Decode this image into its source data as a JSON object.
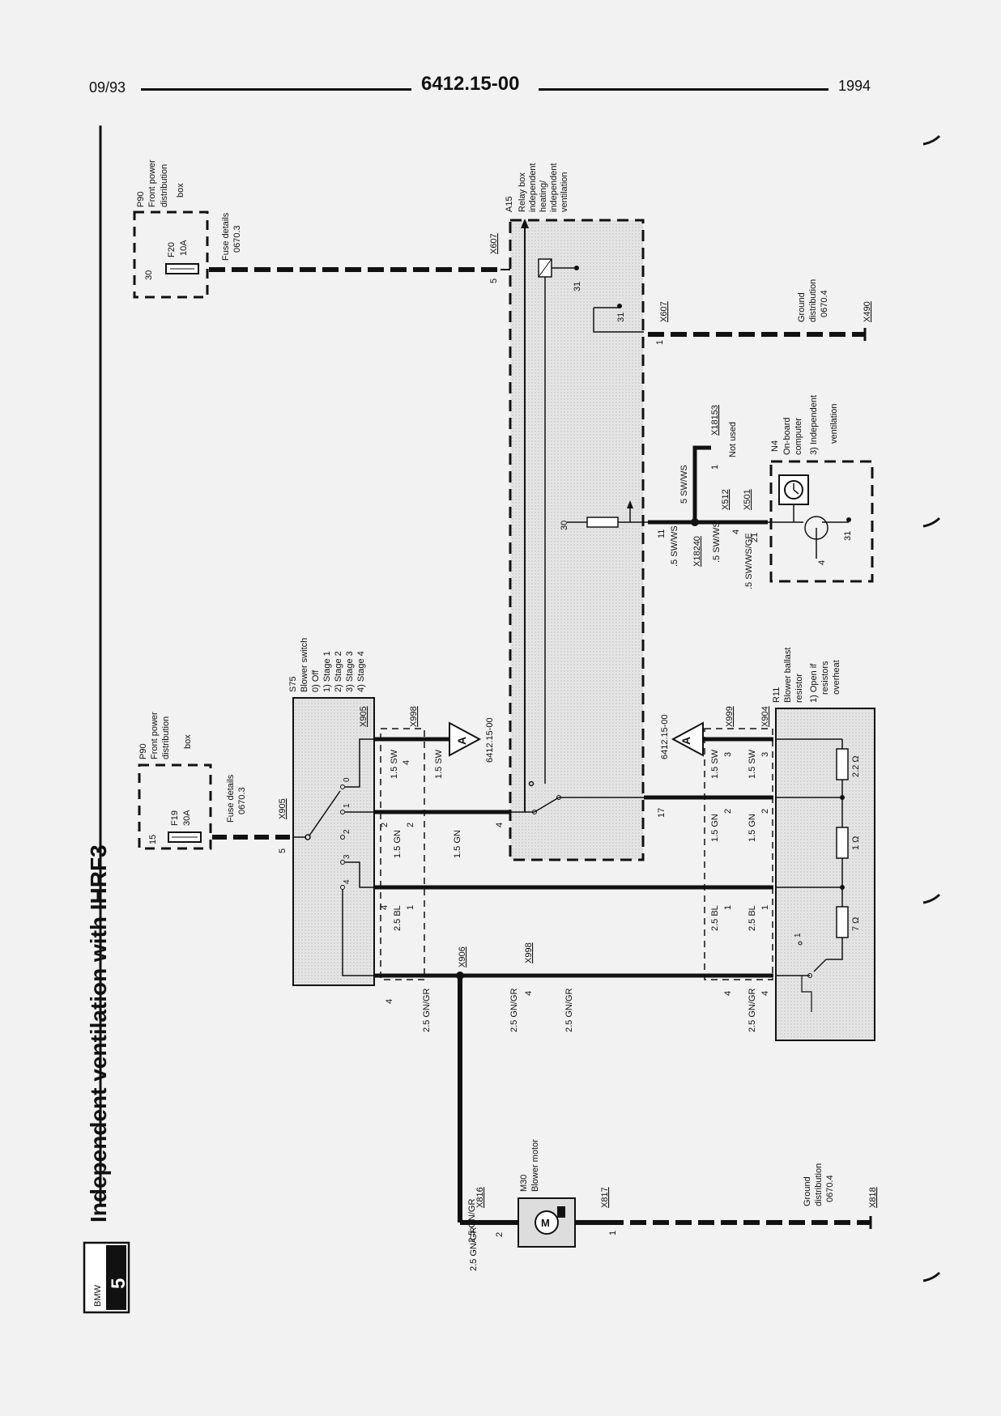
{
  "header": {
    "left_date": "09/93",
    "doc_number": "6412.15-00",
    "year": "1994"
  },
  "title": "Independent ventilation with IHRF3",
  "logo": {
    "brand": "BMW",
    "series": "5"
  },
  "components": {
    "p90_top": {
      "ref": "P90",
      "name": [
        "Front power",
        "distribution",
        "box"
      ],
      "fuse": "F20",
      "amps": "10A",
      "pin": "30",
      "details": [
        "Fuse details",
        "0670.3"
      ]
    },
    "p90_bottom": {
      "ref": "P90",
      "name": [
        "Front power",
        "distribution",
        "box"
      ],
      "fuse": "F19",
      "amps": "30A",
      "pin": "15",
      "details": [
        "Fuse details",
        "0670.3"
      ]
    },
    "a15": {
      "ref": "A15",
      "name": [
        "Relay box",
        "independent",
        "heating/",
        "independent",
        "ventilation"
      ]
    },
    "s75": {
      "ref": "S75",
      "name": "Blower switch",
      "positions": [
        "0) Off",
        "1) Stage 1",
        "2) Stage 2",
        "3) Stage 3",
        "4) Stage 4"
      ]
    },
    "r11": {
      "ref": "R11",
      "name": [
        "Blower ballast",
        "resistor"
      ],
      "note": [
        "1) Open if",
        "resistors",
        "overheat"
      ],
      "resistors": [
        "2.2 Ω",
        "1 Ω",
        "7 Ω"
      ]
    },
    "n4": {
      "ref": "N4",
      "name": [
        "On-board",
        "computer"
      ],
      "note": [
        "3) Independent",
        "ventilation"
      ]
    },
    "m30": {
      "ref": "M30",
      "name": "Blower motor"
    },
    "ground_top": {
      "name": [
        "Ground",
        "distribution",
        "0670.4"
      ],
      "connector": "X490"
    },
    "ground_bottom": {
      "name": [
        "Ground",
        "distribution",
        "0670.4"
      ],
      "connector": "X818"
    }
  },
  "connectors": [
    "X607",
    "X905",
    "X998",
    "X999",
    "X904",
    "X906",
    "X18240",
    "X512",
    "X501",
    "X18153",
    "X816",
    "X817"
  ],
  "wire_labels": {
    "sw_15": "1.5 SW",
    "gn_15": "1.5 GN",
    "bl_25": "2.5 BL",
    "gngr_25": "2.5 GN/GR",
    "swws_05": ".5 SW/WS",
    "swws_05b": "5 SW/WS",
    "swwsge_05": ".5 SW/WS/GE",
    "not_used": "Not used",
    "ref_a": "6412.15-00",
    "ref_b": "6412.15-00",
    "arrow_label": "A"
  },
  "pins": [
    "1",
    "2",
    "3",
    "4",
    "5",
    "11",
    "17",
    "21",
    "30",
    "31",
    "0",
    "1",
    "2",
    "3",
    "4"
  ]
}
